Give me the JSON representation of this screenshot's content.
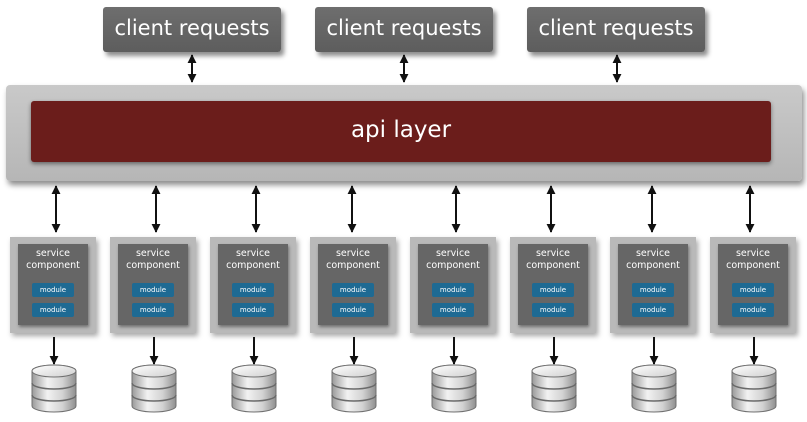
{
  "clients": [
    "client requests",
    "client requests",
    "client requests"
  ],
  "api_layer": "api layer",
  "services": [
    {
      "title_line1": "service",
      "title_line2": "component",
      "modules": [
        "module",
        "module"
      ]
    },
    {
      "title_line1": "service",
      "title_line2": "component",
      "modules": [
        "module",
        "module"
      ]
    },
    {
      "title_line1": "service",
      "title_line2": "component",
      "modules": [
        "module",
        "module"
      ]
    },
    {
      "title_line1": "service",
      "title_line2": "component",
      "modules": [
        "module",
        "module"
      ]
    },
    {
      "title_line1": "service",
      "title_line2": "component",
      "modules": [
        "module",
        "module"
      ]
    },
    {
      "title_line1": "service",
      "title_line2": "component",
      "modules": [
        "module",
        "module"
      ]
    },
    {
      "title_line1": "service",
      "title_line2": "component",
      "modules": [
        "module",
        "module"
      ]
    },
    {
      "title_line1": "service",
      "title_line2": "component",
      "modules": [
        "module",
        "module"
      ]
    }
  ],
  "icons": {
    "client_connector": "double-arrow-icon",
    "service_connector": "double-arrow-icon",
    "db_connector": "down-arrow-icon",
    "database": "database-icon"
  },
  "colors": {
    "client_box": "#636363",
    "api_outer": "#bfbfbf",
    "api_inner": "#6b1d1b",
    "service_outer": "#b9b9b9",
    "service_inner": "#666666",
    "module": "#1e6a93"
  }
}
